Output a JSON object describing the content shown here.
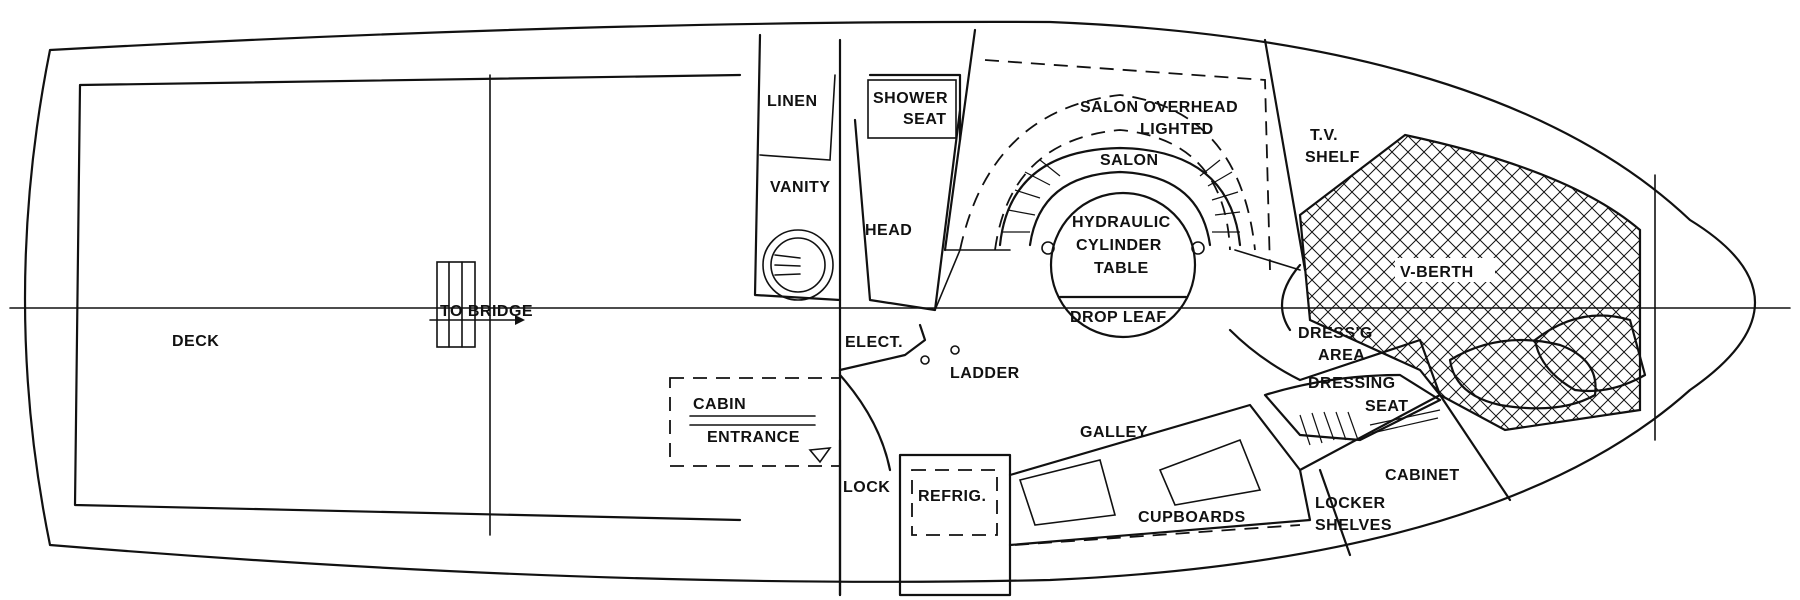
{
  "labels": {
    "deck": "DECK",
    "to_bridge": "TO BRIDGE",
    "cabin": "CABIN",
    "entrance": "ENTRANCE",
    "linen": "LINEN",
    "vanity": "VANITY",
    "shower_1": "SHOWER",
    "shower_2": "SEAT",
    "head": "HEAD",
    "elect": "ELECT.",
    "ladder": "LADDER",
    "lock": "LOCK",
    "refrig": "REFRIG.",
    "galley": "GALLEY",
    "cupboards": "CUPBOARDS",
    "salon_overhead_1": "SALON OVERHEAD",
    "salon_overhead_2": "LIGHTED",
    "salon": "SALON",
    "table_1": "HYDRAULIC",
    "table_2": "CYLINDER",
    "table_3": "TABLE",
    "drop_leaf": "DROP LEAF",
    "tv_shelf_1": "T.V.",
    "tv_shelf_2": "SHELF",
    "v_berth": "V-BERTH",
    "dressing_area_1": "DRESS'G",
    "dressing_area_2": "AREA",
    "dressing_seat_1": "DRESSING",
    "dressing_seat_2": "SEAT",
    "cabinet": "CABINET",
    "locker_shelves_1": "LOCKER",
    "locker_shelves_2": "SHELVES"
  }
}
